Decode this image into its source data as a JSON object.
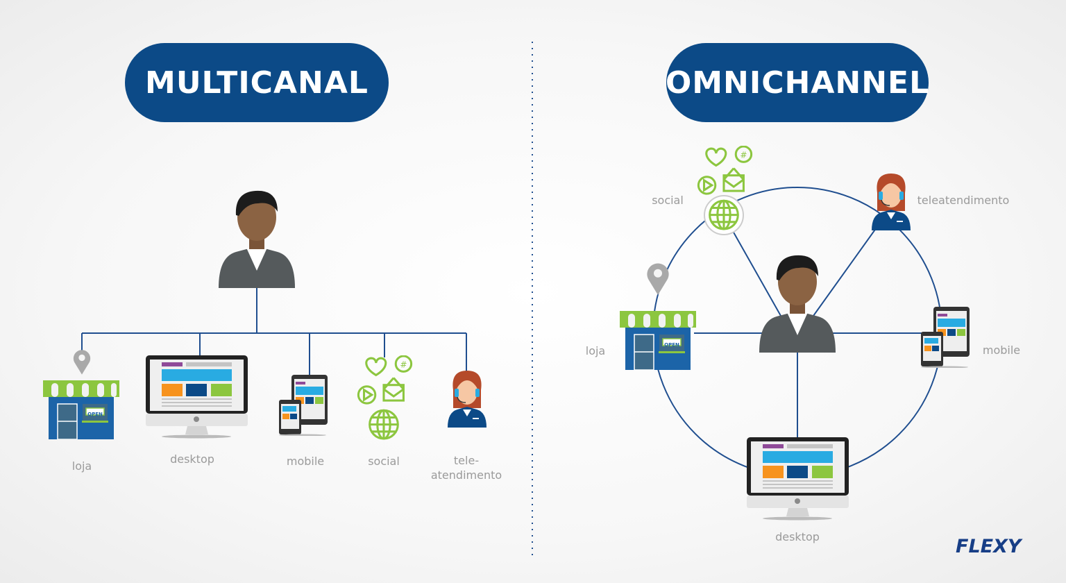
{
  "multicanal": {
    "title": "MULTICANAL",
    "channels": {
      "loja": "loja",
      "desktop": "desktop",
      "mobile": "mobile",
      "social": "social",
      "tele_line1": "tele-",
      "tele_line2": "atendimento"
    }
  },
  "omnichannel": {
    "title": "OMNICHANNEL",
    "channels": {
      "social": "social",
      "teleatendimento": "teleatendimento",
      "loja": "loja",
      "mobile": "mobile",
      "desktop": "desktop"
    }
  },
  "store_sign": "OPEN",
  "logo": "FLEXY",
  "colors": {
    "brand_blue": "#0c4a87",
    "line_blue": "#1f4e8f",
    "green": "#8cc63f",
    "label_gray": "#9a9a9a"
  }
}
